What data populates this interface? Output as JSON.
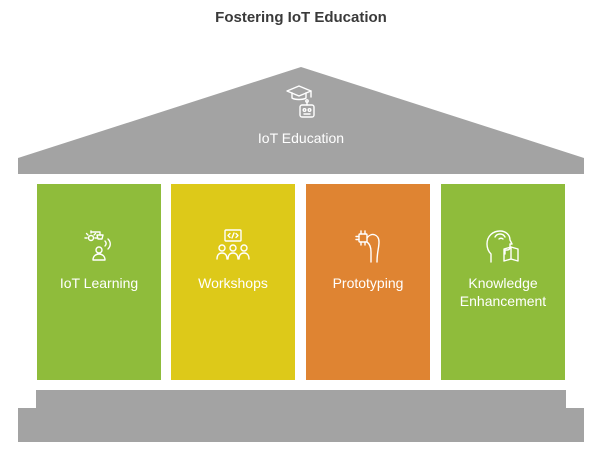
{
  "title": "Fostering IoT Education",
  "roof": {
    "label": "IoT Education",
    "icon": "graduation-robot-icon",
    "color": "#a3a3a3"
  },
  "pillars": [
    {
      "label": "IoT Learning",
      "icon": "lamp-person-icon",
      "color": "#8fbc3b"
    },
    {
      "label": "Workshops",
      "icon": "code-group-icon",
      "color": "#ddc919"
    },
    {
      "label": "Prototyping",
      "icon": "hand-chip-icon",
      "color": "#df8432"
    },
    {
      "label": "Knowledge Enhancement",
      "icon": "reading-head-icon",
      "color": "#8fbc3b"
    }
  ],
  "base": {
    "color": "#a3a3a3"
  }
}
